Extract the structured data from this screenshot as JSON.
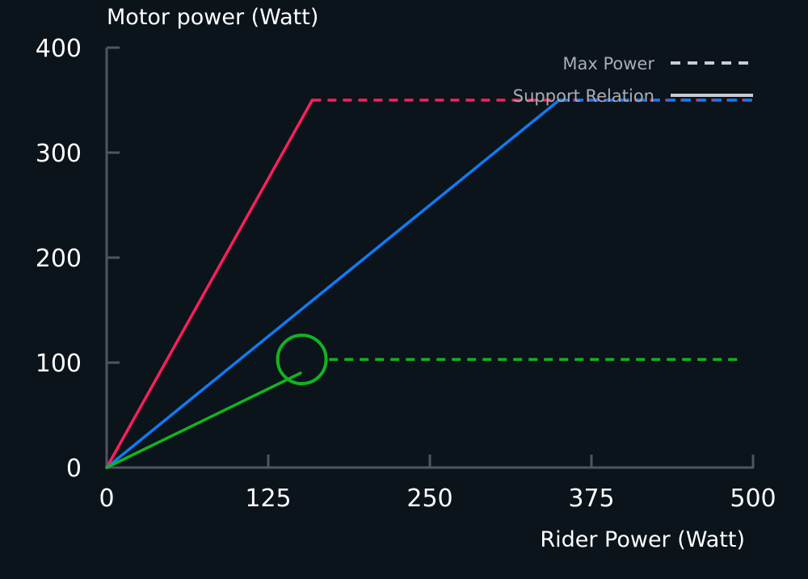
{
  "chart_data": {
    "type": "line",
    "ylabel": "Motor power (Watt)",
    "xlabel": "Rider Power (Watt)",
    "xlim": [
      0,
      500
    ],
    "ylim": [
      0,
      400
    ],
    "xticks": [
      0,
      125,
      250,
      375,
      500
    ],
    "yticks": [
      0,
      100,
      200,
      300,
      400
    ],
    "grid": false,
    "legend": {
      "placement": "top-right",
      "entries": [
        {
          "label": "Max Power",
          "style": "dashed",
          "color": "#c8ccd1"
        },
        {
          "label": "Support Relation",
          "style": "solid",
          "color": "#c8ccd1"
        }
      ]
    },
    "series": [
      {
        "color": "#ff1f5a",
        "support": [
          [
            0,
            0
          ],
          [
            159,
            350
          ]
        ],
        "max_power": [
          [
            159,
            350
          ],
          [
            500,
            350
          ]
        ]
      },
      {
        "color": "#0f7bf2",
        "support": [
          [
            0,
            0
          ],
          [
            350,
            350
          ]
        ],
        "max_power": [
          [
            350,
            350
          ],
          [
            500,
            350
          ]
        ]
      },
      {
        "color": "#12b41e",
        "support": [
          [
            0,
            0
          ],
          [
            150,
            90
          ]
        ],
        "max_power": [
          [
            172,
            103
          ],
          [
            488,
            103
          ]
        ],
        "marker": {
          "x": 151,
          "y": 103
        }
      }
    ]
  }
}
